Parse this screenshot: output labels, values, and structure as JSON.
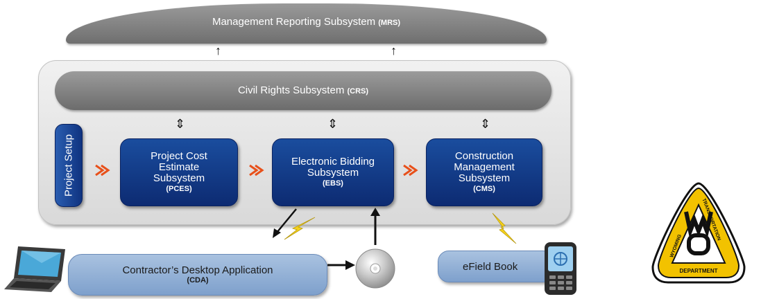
{
  "mrs": {
    "label": "Management Reporting Subsystem",
    "abbr": "(MRS)"
  },
  "crs": {
    "label": "Civil Rights Subsystem",
    "abbr": "(CRS)"
  },
  "setup": {
    "label": "Project Setup"
  },
  "pces": {
    "lines": [
      "Project Cost",
      "Estimate",
      "Subsystem"
    ],
    "abbr": "(PCES)"
  },
  "ebs": {
    "lines": [
      "Electronic Bidding",
      "Subsystem"
    ],
    "abbr": "(EBS)"
  },
  "cms": {
    "lines": [
      "Construction",
      "Management",
      "Subsystem"
    ],
    "abbr": "(CMS)"
  },
  "cda": {
    "label": "Contractor’s Desktop Application",
    "abbr": "(CDA)"
  },
  "efield": {
    "label": "eField Book"
  },
  "logo": {
    "text_top_left": "WYOMING",
    "text_top_right": "TRANSPORTATION",
    "text_bottom": "DEPARTMENT"
  },
  "colors": {
    "dark_box": "#0f3380",
    "light_box": "#8eaed6",
    "gray_bar": "#808080",
    "flow_arrow": "#e8501a",
    "bolt": "#f5d21c",
    "logo_yellow": "#f2c200"
  },
  "icons": [
    "laptop-icon",
    "disc-icon",
    "phone-icon",
    "lightning-icon",
    "wyoming-dot-logo"
  ]
}
